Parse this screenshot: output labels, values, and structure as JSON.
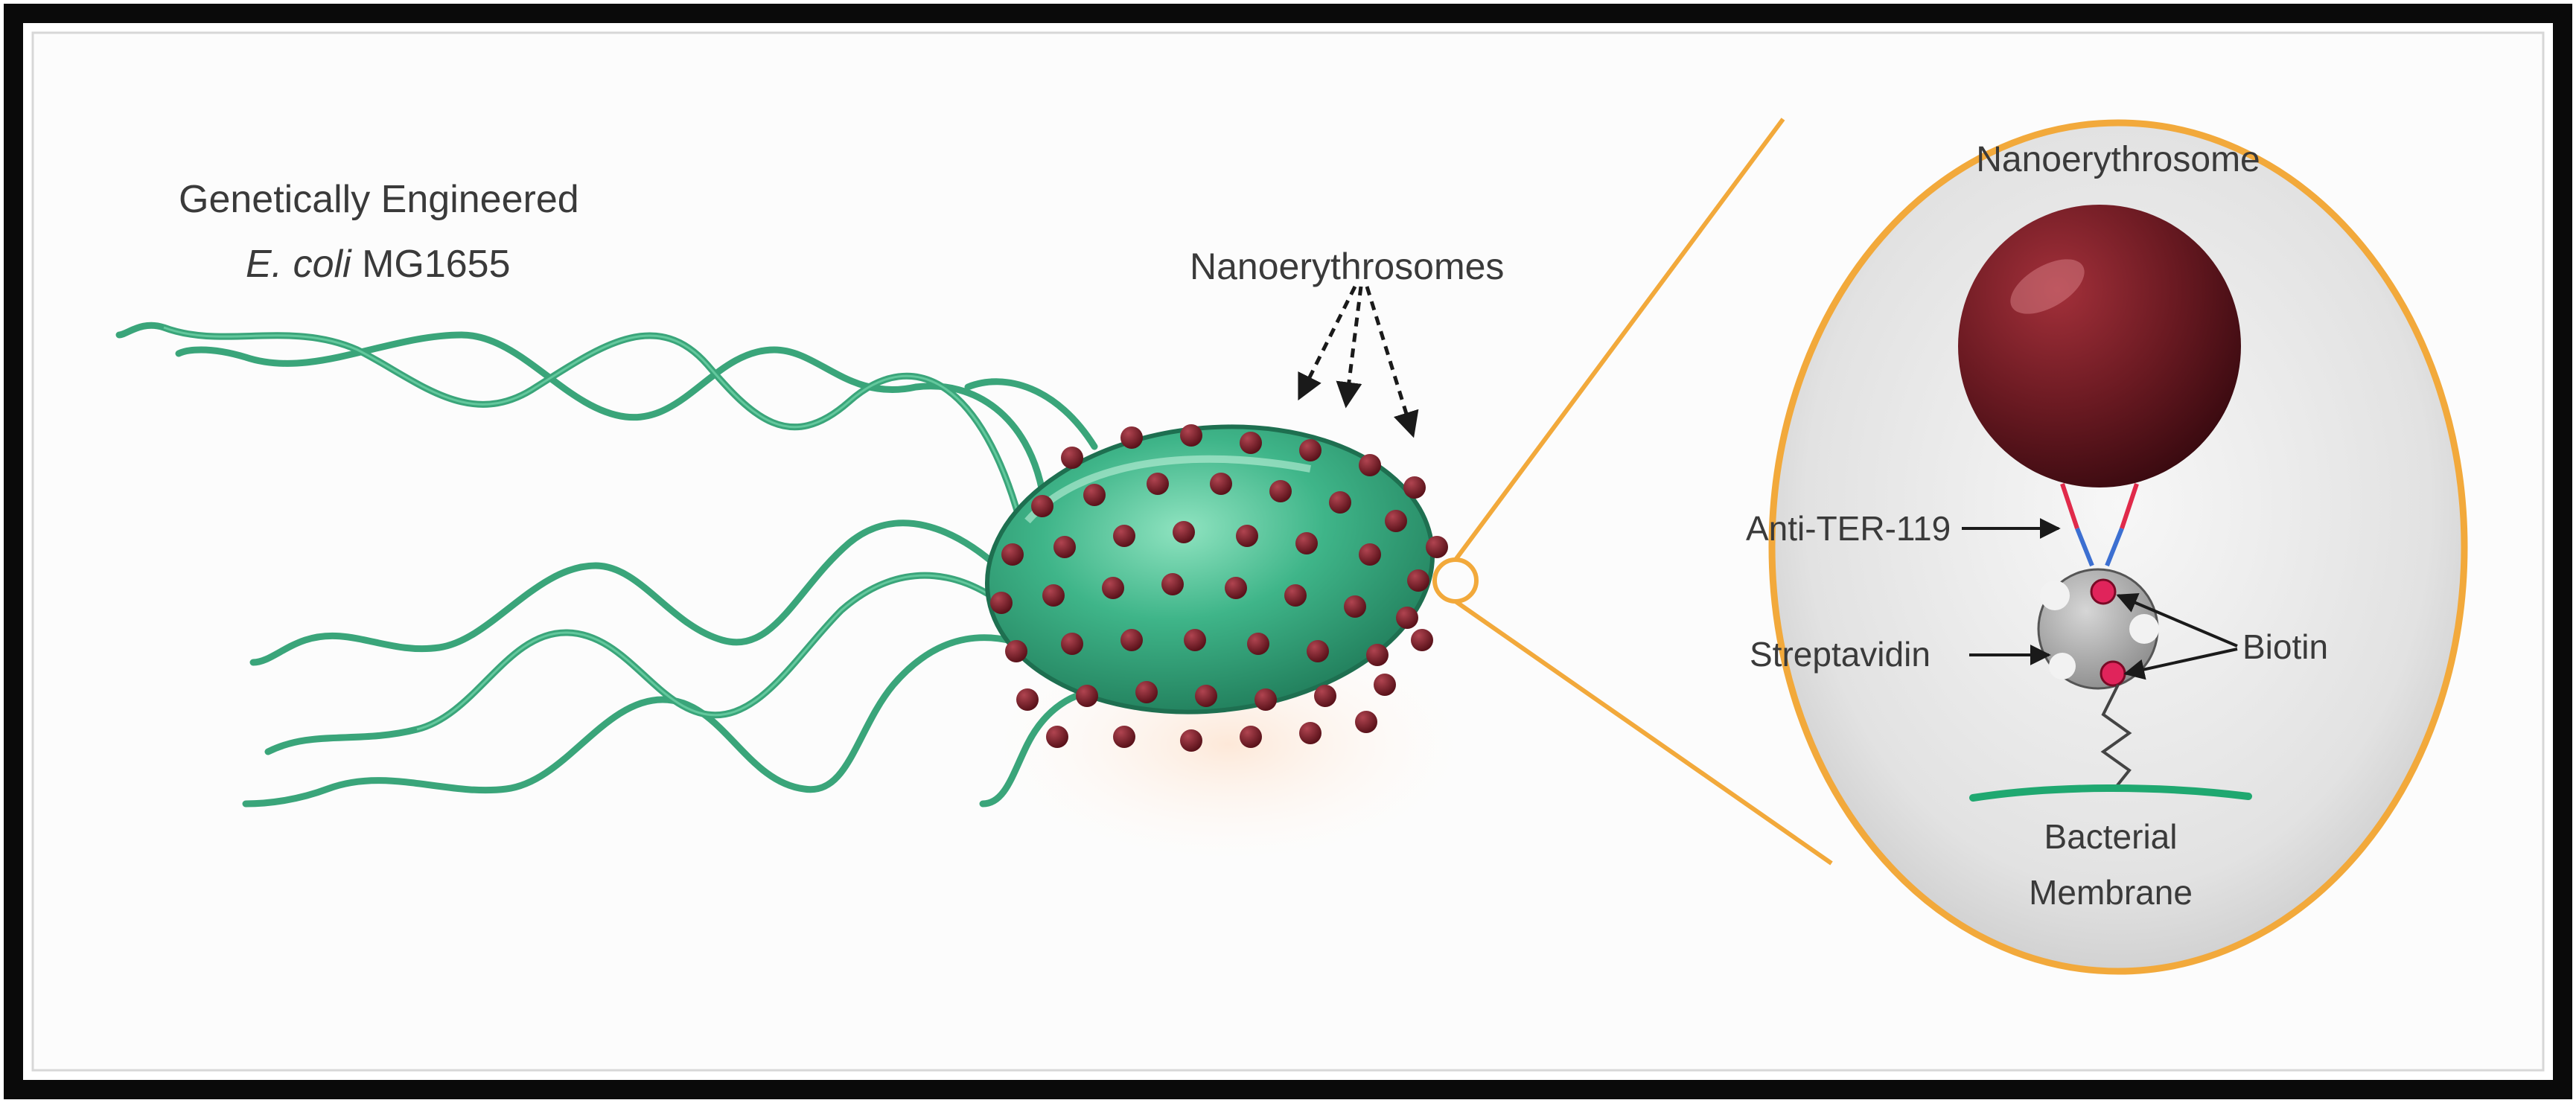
{
  "organism": {
    "line1": "Genetically Engineered",
    "species": "E. coli",
    "strain": "MG1655"
  },
  "cluster_label": "Nanoerythrosomes",
  "inset": {
    "title": "Nanoerythrosome",
    "antibody": "Anti-TER-119",
    "streptavidin": "Streptavidin",
    "biotin": "Biotin",
    "membrane_line1": "Bacterial",
    "membrane_line2": "Membrane"
  },
  "colors": {
    "border": "#0a0a0a",
    "bacterium": "#3fb589",
    "flagella": "#3aa57a",
    "particle": "#6b1a22",
    "inset_outline": "#f2a93b",
    "inset_fill": "#e3e3e3"
  }
}
